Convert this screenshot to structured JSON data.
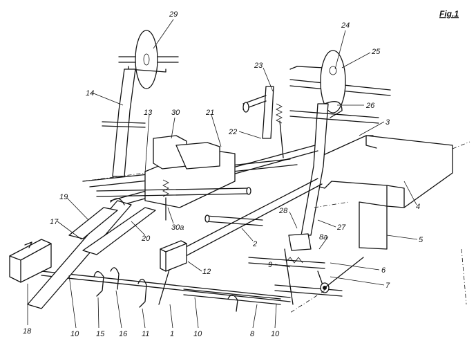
{
  "figure": {
    "title": "Fig.1"
  },
  "labels": {
    "n1": "1",
    "n2": "2",
    "n3": "3",
    "n4": "4",
    "n5": "5",
    "n6": "6",
    "n7": "7",
    "n8": "8",
    "n8a": "8a",
    "n9": "9",
    "n10a": "10",
    "n10b": "10",
    "n10c": "10",
    "n11": "11",
    "n12": "12",
    "n13": "13",
    "n14": "14",
    "n15": "15",
    "n16": "16",
    "n17": "17",
    "n18": "18",
    "n19": "19",
    "n20": "20",
    "n21": "21",
    "n22": "22",
    "n23": "23",
    "n24": "24",
    "n25": "25",
    "n26": "26",
    "n27": "27",
    "n28": "28",
    "n29": "29",
    "n30": "30",
    "n30a": "30a"
  }
}
